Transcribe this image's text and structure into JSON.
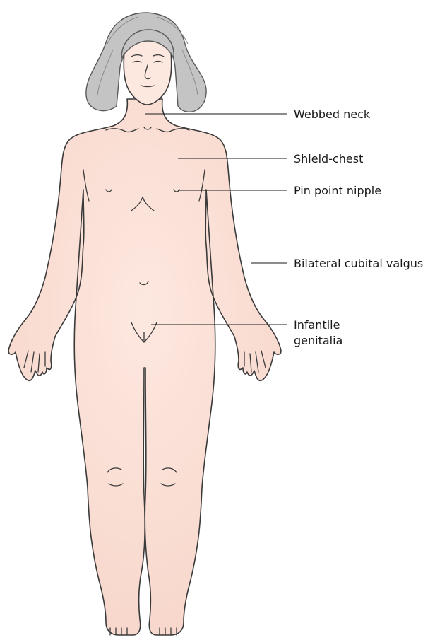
{
  "colors": {
    "skin": "#fbe1d8",
    "skin_shade": "#f6d0c4",
    "hair": "#c4c4c4",
    "outline": "#3a3a3a"
  },
  "labels": {
    "webbed_neck": "Webbed neck",
    "shield_chest": "Shield-chest",
    "pin_point_nipple": "Pin point nipple",
    "cubital_valgus": "Bilateral cubital valgus",
    "infantile_genitalia_line1": "Infantile",
    "infantile_genitalia_line2": "genitalia"
  }
}
